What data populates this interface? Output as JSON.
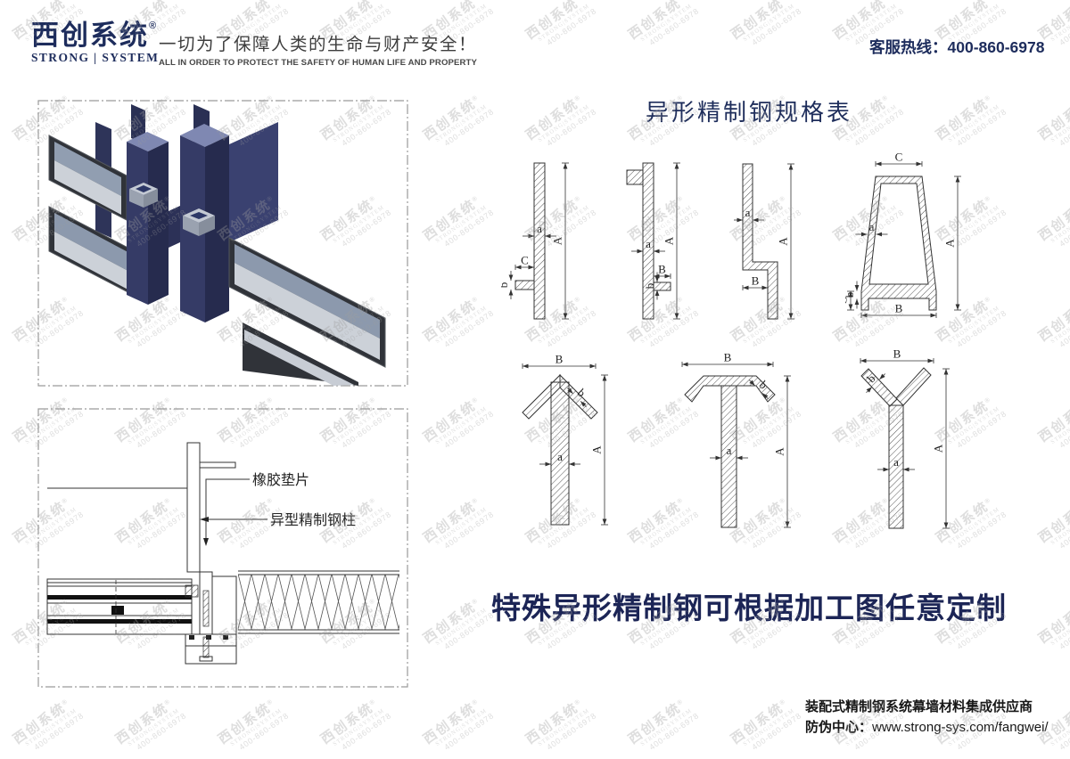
{
  "header": {
    "logo_cn": "西创系统",
    "logo_reg": "®",
    "logo_en": "STRONG | SYSTEM",
    "slogan_cn": "一切为了保障人类的生命与财产安全！",
    "slogan_en": "ALL IN ORDER TO PROTECT THE SAFETY OF HUMAN LIFE AND PROPERTY",
    "hotline_label": "客服热线：",
    "hotline_number": "400-860-6978"
  },
  "watermark": {
    "cn": "西创系统",
    "reg": "®",
    "en": "STRONG|SYSTEM",
    "tel": "400-860-6978"
  },
  "spec": {
    "title": "异形精制钢规格表",
    "dim_labels": {
      "A": "A",
      "B": "B",
      "C": "C",
      "a": "a",
      "b": "b"
    },
    "profile_names": [
      "flat-bar-with-bottom-left-tab",
      "bar-with-top-left-and-bottom-right-tabs",
      "z-offset-bar",
      "tapered-box-with-bottom-legs",
      "arrow-head-bar",
      "t-bar-with-bent-ends",
      "y-shaped-bar"
    ]
  },
  "detail": {
    "label_gasket": "橡胶垫片",
    "label_column": "异型精制钢柱"
  },
  "headline": "特殊异形精制钢可根据加工图任意定制",
  "footer": {
    "line1": "装配式精制钢系统幕墙材料集成供应商",
    "line2_label": "防伪中心：",
    "line2_url": "www.strong-sys.com/fangwei/"
  },
  "colors": {
    "brand_navy": "#1d2c5c",
    "text_dark": "#3d3d3d",
    "watermark_gray": "#9e9e9e",
    "cad_line": "#333333",
    "steel_front": "#353b66",
    "steel_side": "#262b4e",
    "steel_top": "#7f88b2",
    "glass_dark": "#919eb1",
    "glass_light": "#ccd1d8",
    "frame_dark": "#303339"
  }
}
